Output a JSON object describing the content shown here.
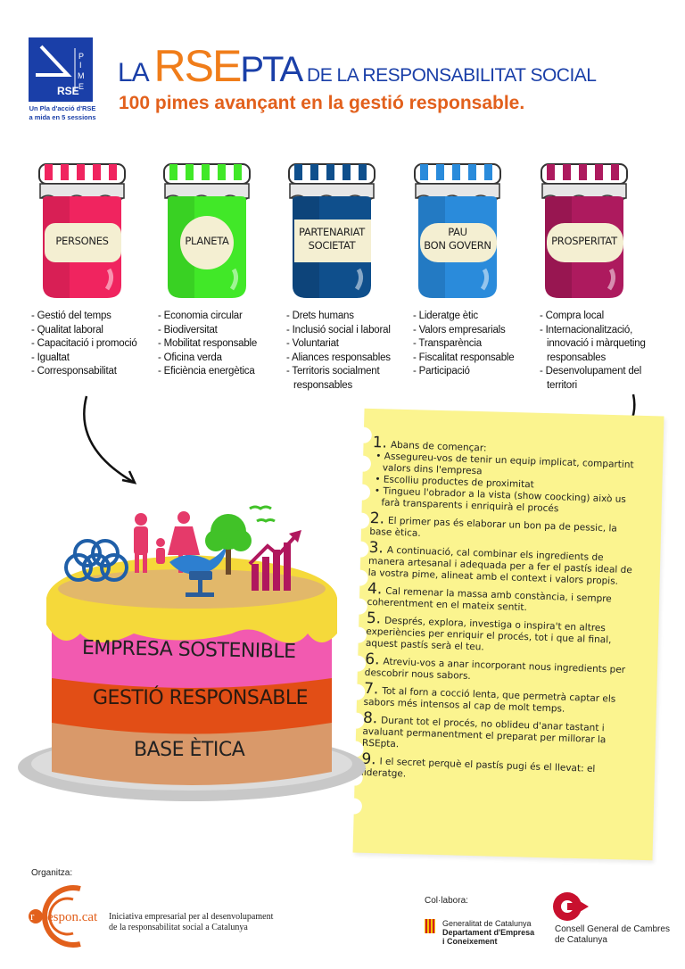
{
  "header": {
    "logo": {
      "letters": "PIME",
      "brand": "RSE",
      "tagline_1": "Un Pla d'acció d'RSE",
      "tagline_2": "a mida en 5 sessions"
    },
    "title_la": "LA",
    "title_rse": "RSE",
    "title_pta": "PTA",
    "title_rest": "DE LA RESPONSABILITAT SOCIAL",
    "subtitle": "100 pimes avançant en la gestió responsable."
  },
  "jars": [
    {
      "label_1": "PERSONES",
      "label_2": "",
      "color": "#f0245f",
      "dark": "#c81c4e",
      "items": [
        "- Gestió del temps",
        "- Qualitat laboral",
        "- Capacitació i promoció",
        "- Igualtat",
        "- Corresponsabilitat"
      ]
    },
    {
      "label_1": "PLANETA",
      "label_2": "",
      "color": "#41e828",
      "dark": "#33c21f",
      "items": [
        "- Economia circular",
        "- Biodiversitat",
        "- Mobilitat responsable",
        "- Oficina verda",
        "- Eficiència energètica"
      ]
    },
    {
      "label_1": "PARTENARIAT",
      "label_2": "SOCIETAT",
      "color": "#0f4f8c",
      "dark": "#0b3e6e",
      "items": [
        "- Drets humans",
        "- Inclusió social i laboral",
        "- Voluntariat",
        "- Aliances responsables",
        "- Territoris socialment",
        "  responsables"
      ]
    },
    {
      "label_1": "PAU",
      "label_2": "BON GOVERN",
      "color": "#2a8bdb",
      "dark": "#1f6fb3",
      "items": [
        "- Lideratge ètic",
        "- Valors empresarials",
        "- Transparència",
        "- Fiscalitat responsable",
        "- Participació"
      ]
    },
    {
      "label_1": "PROSPERITAT",
      "label_2": "",
      "color": "#ad1a5e",
      "dark": "#8a144a",
      "items": [
        "- Compra local",
        "- Internacionalització,",
        "  innovació i màrqueting",
        "  responsables",
        "- Desenvolupament del",
        "  territori"
      ]
    }
  ],
  "cake": {
    "layer_top": "EMPRESA SOSTENIBLE",
    "layer_middle": "GESTIÓ RESPONSABLE",
    "layer_bottom": "BASE ÈTICA",
    "colors": {
      "icing": "#f5d93a",
      "pink": "#f25ab0",
      "orange": "#e24e16",
      "tan": "#d9996a",
      "plate": "#c8c8c8"
    }
  },
  "recipe": {
    "steps": [
      {
        "num": "1.",
        "text": "Abans de començar:",
        "bullets": [
          "Assegureu-vos de tenir un equip implicat, compartint valors dins l'empresa",
          "Escolliu productes de proximitat",
          "Tingueu l'obrador a la vista (show coocking) això us farà transparents i enriquirà el procés"
        ]
      },
      {
        "num": "2.",
        "text": "El primer pas és elaborar un bon pa de pessic, la base ètica."
      },
      {
        "num": "3.",
        "text": "A continuació, cal combinar els ingredients de manera artesanal i adequada per a fer el pastís ideal de la vostra pime, alineat amb el context i valors propis."
      },
      {
        "num": "4.",
        "text": "Cal remenar la massa amb constància, i sempre coherentment en el mateix sentit."
      },
      {
        "num": "5.",
        "text": "Després, explora, investiga o inspira't en altres experiències per enriquir el procés, tot i que al final, aquest pastís serà el teu."
      },
      {
        "num": "6.",
        "text": "Atreviu-vos a anar incorporant nous ingredients per descobrir nous sabors."
      },
      {
        "num": "7.",
        "text": "Tot al forn a cocció lenta, que permetrà captar els sabors més intensos al cap de molt temps."
      },
      {
        "num": "8.",
        "text": "Durant tot el procés, no oblideu d'anar tastant i avaluant permanentment el preparat per millorar la RSEpta."
      },
      {
        "num": "9.",
        "text": "I el secret perquè el pastís pugi és el llevat: el lideratge."
      }
    ]
  },
  "footer": {
    "organitza_label": "Organitza:",
    "respon_logo": "respon.cat",
    "respon_desc_1": "Iniciativa empresarial per al desenvolupament",
    "respon_desc_2": "de la responsabilitat social a Catalunya",
    "collabora_label": "Col·labora:",
    "gencat_1": "Generalitat de Catalunya",
    "gencat_2": "Departament d'Empresa",
    "gencat_3": "i Coneixement",
    "cambres_1": "Consell General de Cambres",
    "cambres_2": "de Catalunya"
  }
}
